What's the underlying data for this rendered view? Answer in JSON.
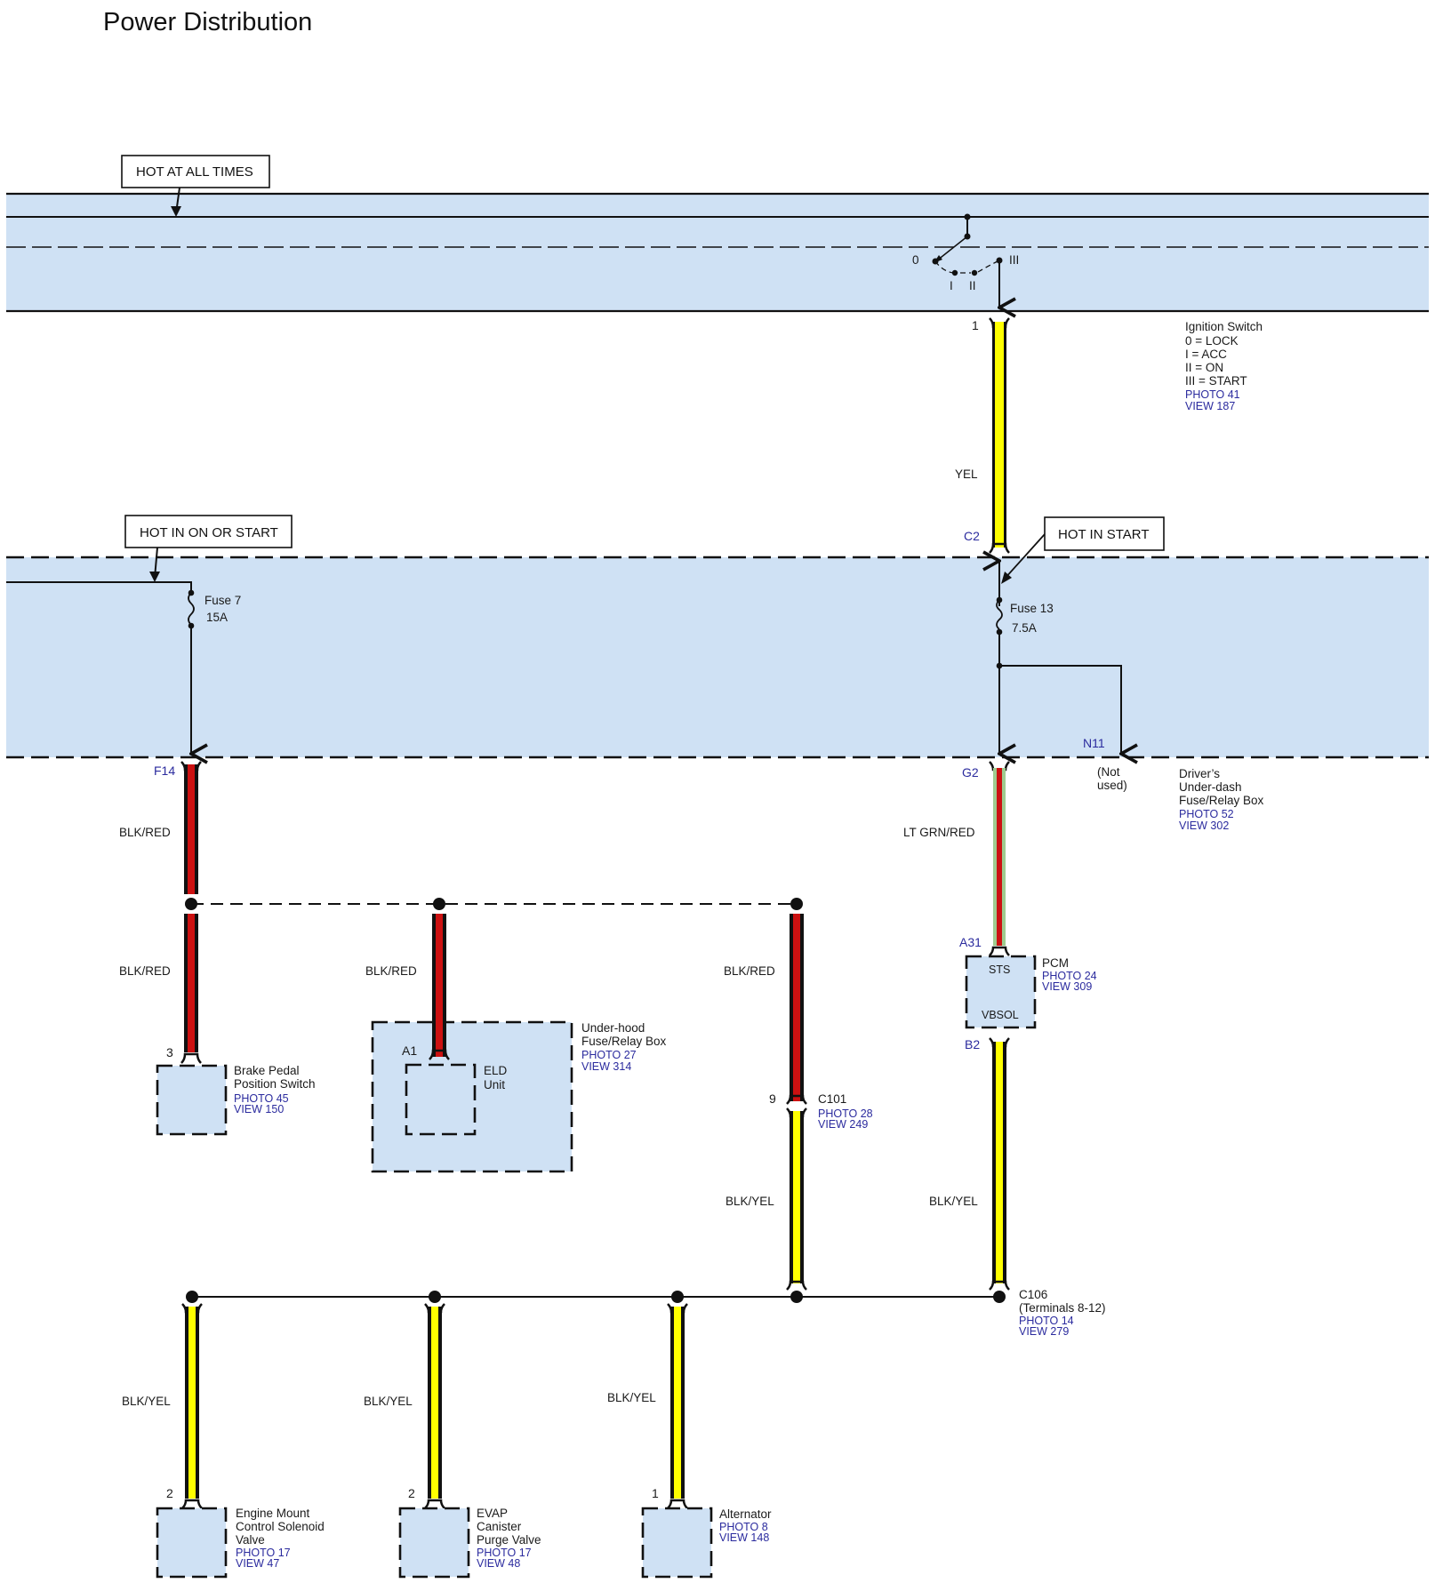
{
  "title": "Power Distribution",
  "colors": {
    "bus_fill": "#cfe1f4",
    "reference_text": "#2b2b9e",
    "wire_yellow": "#ffff00",
    "wire_red": "#cc1111",
    "wire_black": "#111111",
    "wire_lt_green": "#9fcc8f"
  },
  "callouts": {
    "hot_at_all_times": "HOT AT ALL TIMES",
    "hot_in_on_or_start": "HOT IN ON OR START",
    "hot_in_start": "HOT IN START"
  },
  "ignition_switch": {
    "positions": {
      "p0": "0",
      "p1": "I",
      "p2": "II",
      "p3": "III"
    },
    "pin": "1",
    "legend": [
      "Ignition Switch",
      "0 = LOCK",
      "I = ACC",
      "II = ON",
      "III = START"
    ],
    "photo": "PHOTO 41",
    "view": "VIEW 187"
  },
  "wires": {
    "ign_to_fusebox": "YEL",
    "f14_out": "BLK/RED",
    "to_brake": "BLK/RED",
    "to_eld": "BLK/RED",
    "to_c101": "BLK/RED",
    "g2_out": "LT GRN/RED",
    "c101_out": "BLK/YEL",
    "pcm_b2_out": "BLK/YEL",
    "to_engine_mount": "BLK/YEL",
    "to_evap": "BLK/YEL",
    "to_alternator": "BLK/YEL"
  },
  "fuse_box": {
    "name_lines": [
      "Driver’s",
      "Under-dash",
      "Fuse/Relay Box"
    ],
    "photo": "PHOTO 52",
    "view": "VIEW 302",
    "connectors": {
      "c2": "C2",
      "f14": "F14",
      "g2": "G2",
      "n11": "N11"
    },
    "not_used": [
      "(Not",
      "used)"
    ],
    "fuse7": {
      "name": "Fuse 7",
      "rating": "15A"
    },
    "fuse13": {
      "name": "Fuse 13",
      "rating": "7.5A"
    }
  },
  "components": {
    "brake_switch": {
      "pin": "3",
      "name_lines": [
        "Brake Pedal",
        "Position Switch"
      ],
      "photo": "PHOTO 45",
      "view": "VIEW 150"
    },
    "underhood_box": {
      "name_lines": [
        "Under-hood",
        "Fuse/Relay Box"
      ],
      "photo": "PHOTO 27",
      "view": "VIEW 314"
    },
    "eld_unit": {
      "pin": "A1",
      "name_lines": [
        "ELD",
        "Unit"
      ]
    },
    "c101": {
      "pin": "9",
      "name": "C101",
      "photo": "PHOTO 28",
      "view": "VIEW 249"
    },
    "pcm": {
      "pin_in": "A31",
      "pin_out": "B2",
      "terminal_in": "STS",
      "terminal_out": "VBSOL",
      "name": "PCM",
      "photo": "PHOTO 24",
      "view": "VIEW 309"
    },
    "c106": {
      "name": "C106",
      "detail": "(Terminals 8-12)",
      "photo": "PHOTO 14",
      "view": "VIEW 279"
    },
    "engine_mount": {
      "pin": "2",
      "name_lines": [
        "Engine Mount",
        "Control Solenoid",
        "Valve"
      ],
      "photo": "PHOTO 17",
      "view": "VIEW 47"
    },
    "evap": {
      "pin": "2",
      "name_lines": [
        "EVAP",
        "Canister",
        "Purge Valve"
      ],
      "photo": "PHOTO 17",
      "view": "VIEW 48"
    },
    "alternator": {
      "pin": "1",
      "name_lines": [
        "Alternator"
      ],
      "photo": "PHOTO 8",
      "view": "VIEW 148"
    }
  }
}
